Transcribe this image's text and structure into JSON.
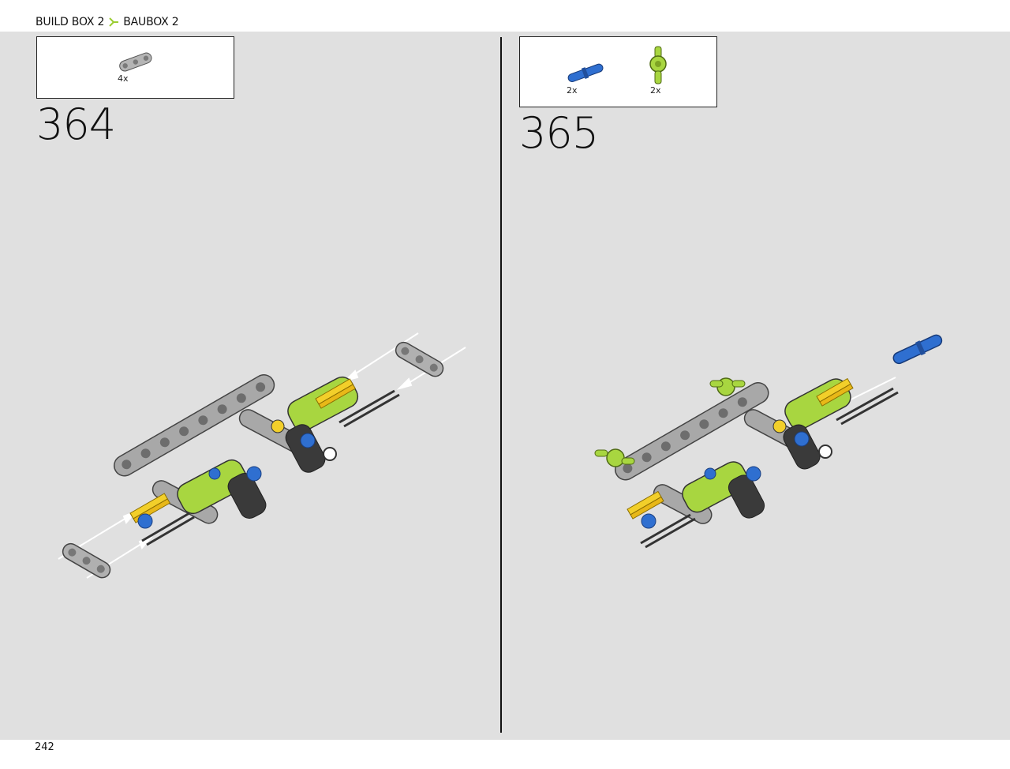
{
  "header": {
    "breadcrumb_left": "BUILD BOX 2",
    "breadcrumb_right": "BAUBOX 2",
    "separator_icon": "chevron-right-icon",
    "accent_color": "#9acd32"
  },
  "steps": [
    {
      "number": "364",
      "parts": [
        {
          "icon": "gray-beam-icon",
          "count": "4x"
        }
      ]
    },
    {
      "number": "365",
      "parts": [
        {
          "icon": "blue-pin-icon",
          "count": "2x"
        },
        {
          "icon": "lime-connector-icon",
          "count": "2x"
        }
      ]
    }
  ],
  "footer": {
    "page_number": "242"
  },
  "colors": {
    "background": "#e0e0e0",
    "lime": "#a8d640",
    "gray": "#a5a5a5",
    "dark": "#3a3a3a",
    "blue": "#2f6fd0",
    "yellow": "#f2cf2a"
  }
}
